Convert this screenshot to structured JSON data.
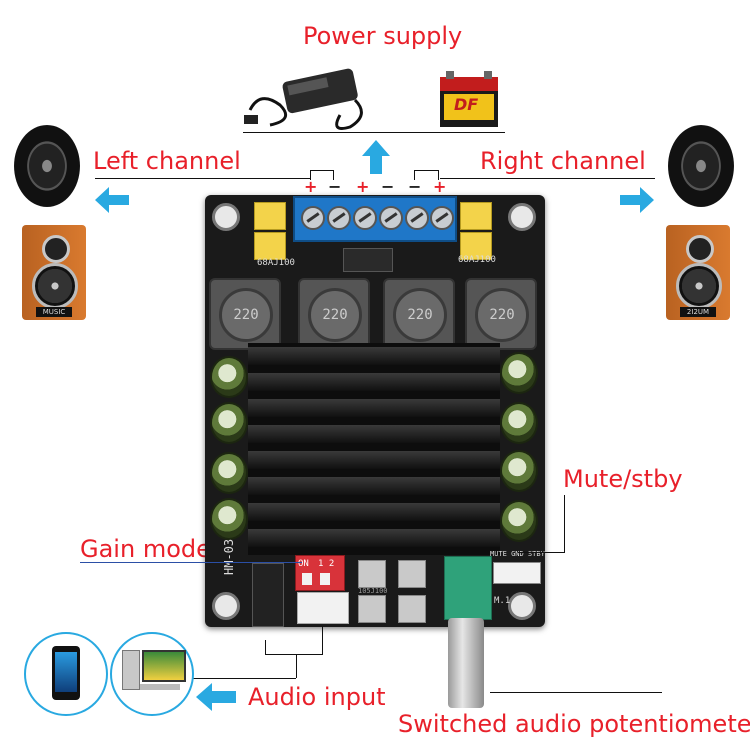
{
  "labels": {
    "power_supply": "Power supply",
    "left_channel": "Left channel",
    "right_channel": "Right channel",
    "mute_stby": "Mute/stby",
    "gain_mode": "Gain mode",
    "audio_input": "Audio input",
    "potentiometer": "Switched audio potentiometer"
  },
  "terminals": {
    "left_plus": "+",
    "left_minus": "−",
    "pwr_plus": "+",
    "pwr_minus": "−",
    "right_minus": "−",
    "right_plus": "+"
  },
  "board": {
    "model": "HM-03",
    "resistor_left": "68AJ100",
    "resistor_right": "68AJ100",
    "inductor_code": "220",
    "mute_header": "MUTE GND STBY",
    "switch_on": "ON",
    "switch_nums": "1  2",
    "cap_code": "105J100",
    "pot_mark": "M.1"
  },
  "speakers": {
    "left_tag": "MUSIC",
    "right_tag": "2I2UM"
  },
  "battery": {
    "brand": "DF"
  },
  "colors": {
    "label": "#e8202a",
    "arrow": "#29a9e1",
    "pcb": "#1a1a1a",
    "terminal": "#1f77c8"
  }
}
